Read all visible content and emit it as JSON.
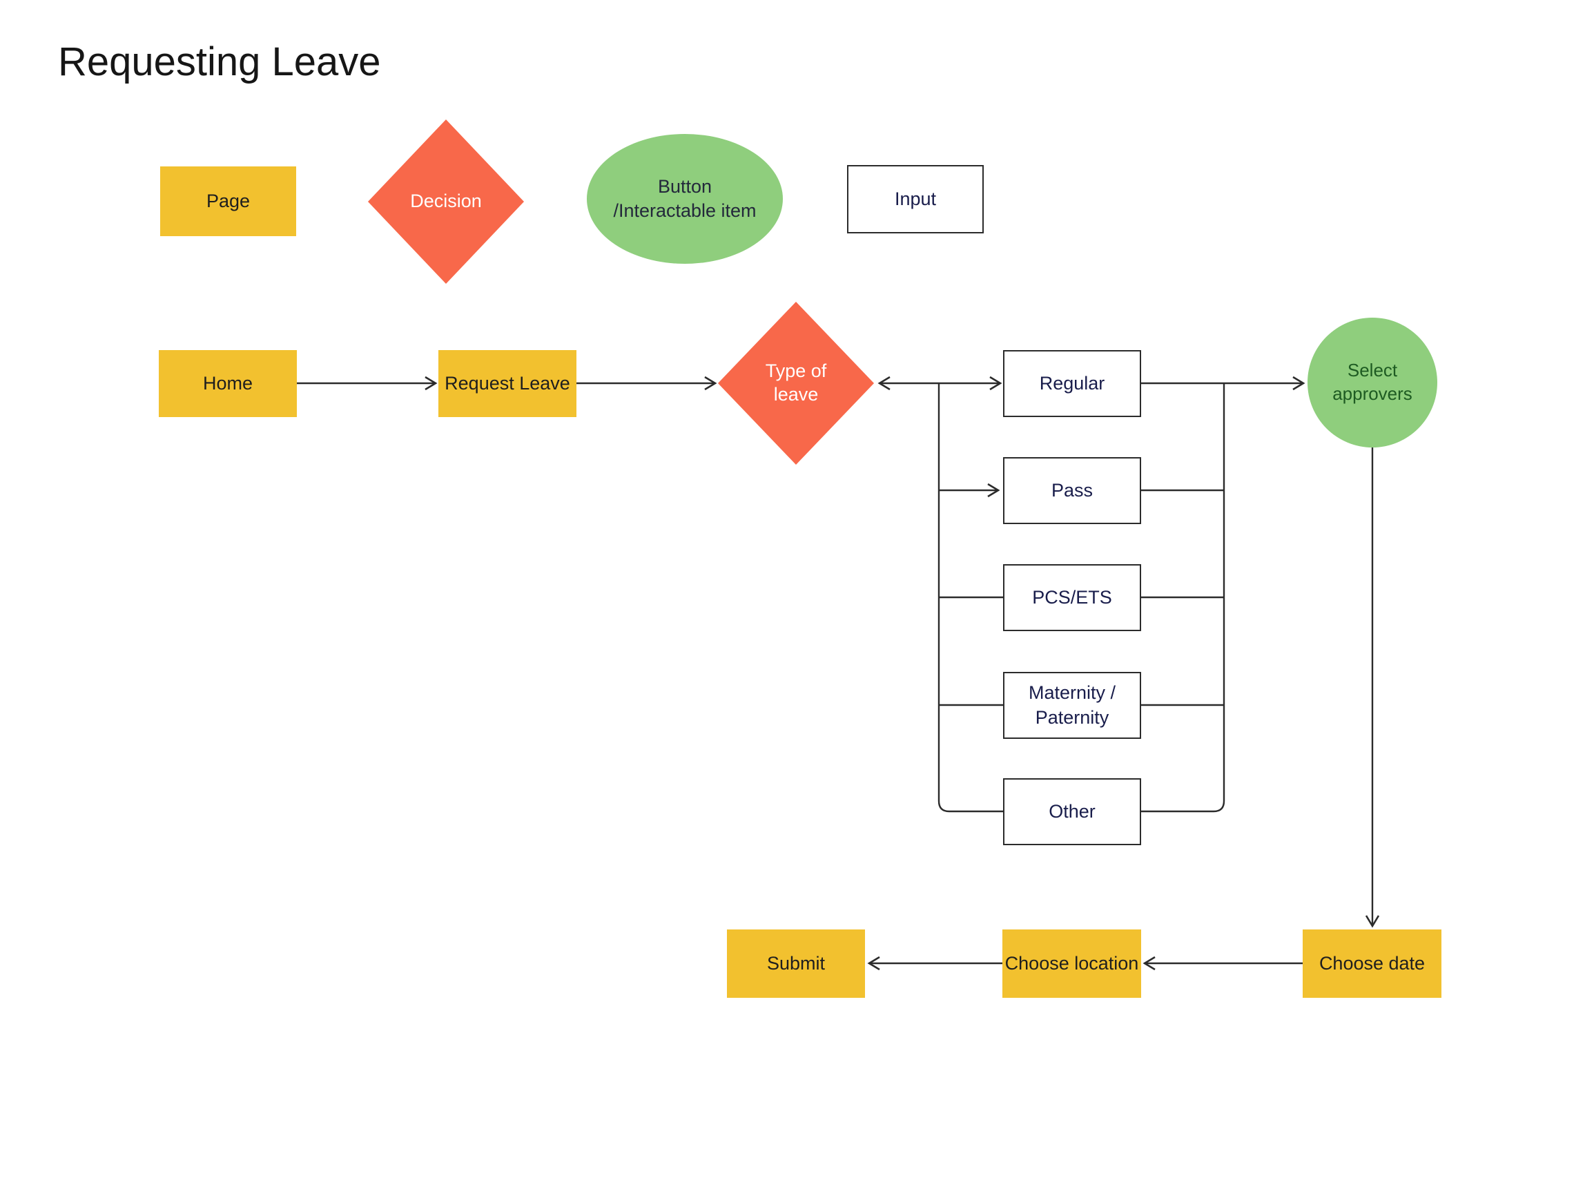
{
  "title": "Requesting Leave",
  "colors": {
    "page_fill": "#F2C12F",
    "decision_fill": "#F8684A",
    "interactable_fill": "#8FCE7D",
    "interactable_text": "#1E5B22",
    "white_box_text": "#191D4B",
    "connector": "#2B2B2B",
    "background": "#FFFFFF"
  },
  "legend": {
    "page_label": "Page",
    "decision_label": "Decision",
    "button_lines": [
      "Button",
      "/Interactable item"
    ],
    "input_label": "Input"
  },
  "flow": {
    "home": "Home",
    "request_leave": "Request Leave",
    "type_of_leave_lines": [
      "Type of",
      "leave"
    ],
    "options": [
      "Regular",
      "Pass",
      "PCS/ETS",
      "Maternity / Paternity",
      "Other"
    ],
    "select_approvers_lines": [
      "Select",
      "approvers"
    ],
    "choose_date": "Choose date",
    "choose_location": "Choose location",
    "submit": "Submit"
  }
}
